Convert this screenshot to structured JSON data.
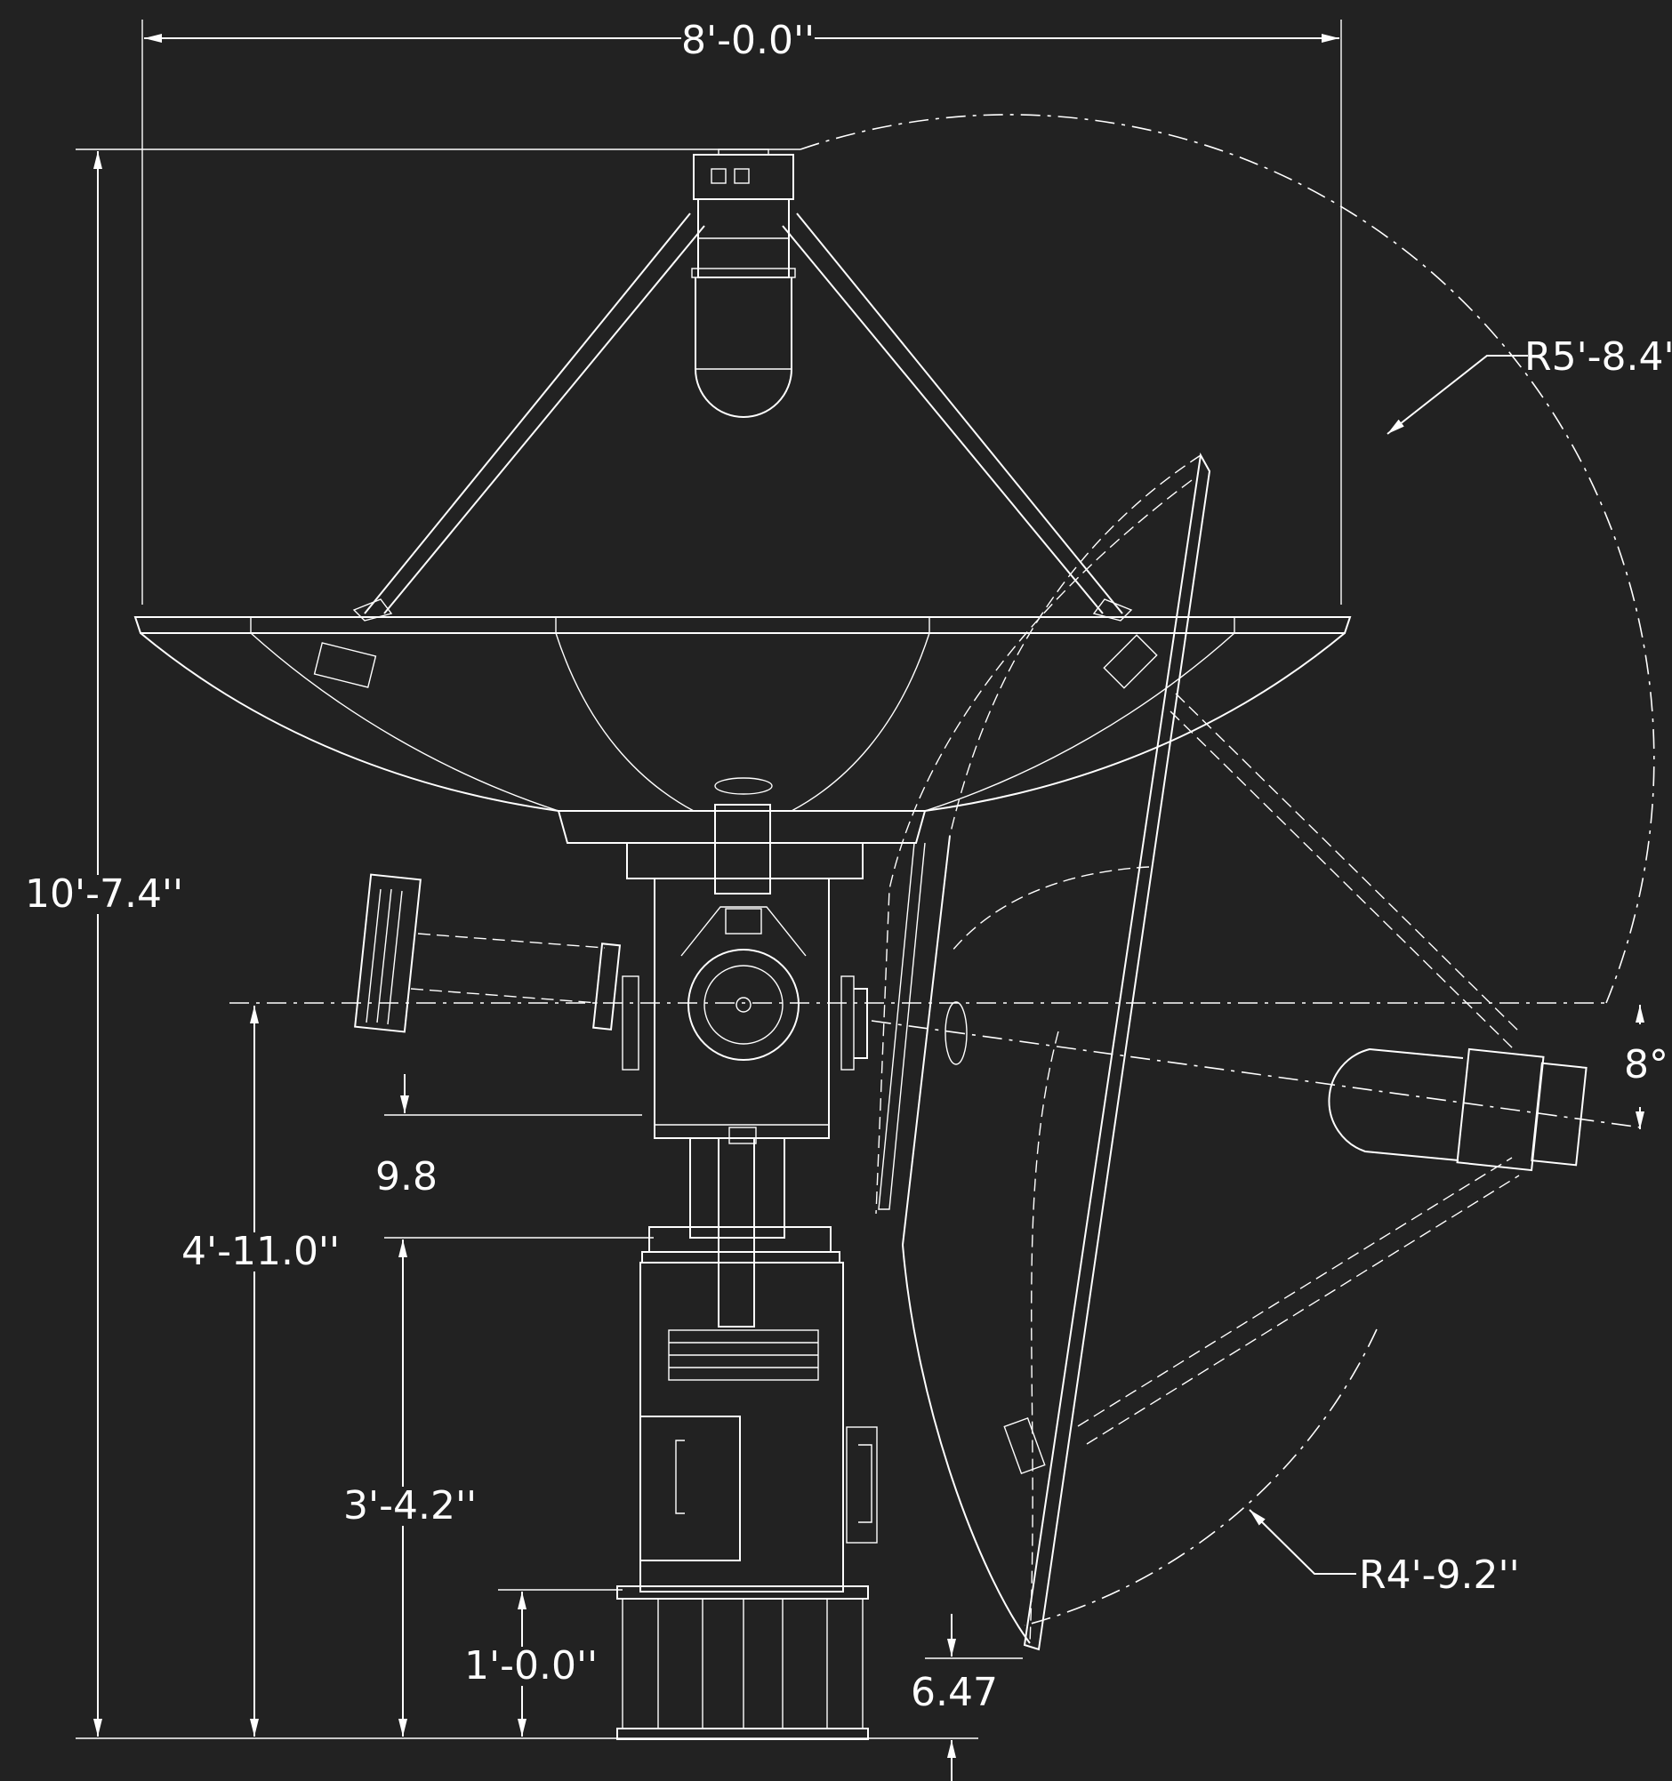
{
  "background_color": "#222222",
  "line_color": "#ffffff",
  "dimensions": {
    "overall_width": "8'-0.0''",
    "overall_height": "10'-7.4''",
    "swing_radius_reflector": "R5'-8.4''",
    "swing_radius_feed": "R4'-9.2''",
    "elevation_axis_height": "4'-11.0''",
    "pedestal_height": "3'-4.2''",
    "base_height": "1'-0.0''",
    "axis_offset": "9.8",
    "bottom_offset": "6.47",
    "tilt_angle": "8°"
  }
}
